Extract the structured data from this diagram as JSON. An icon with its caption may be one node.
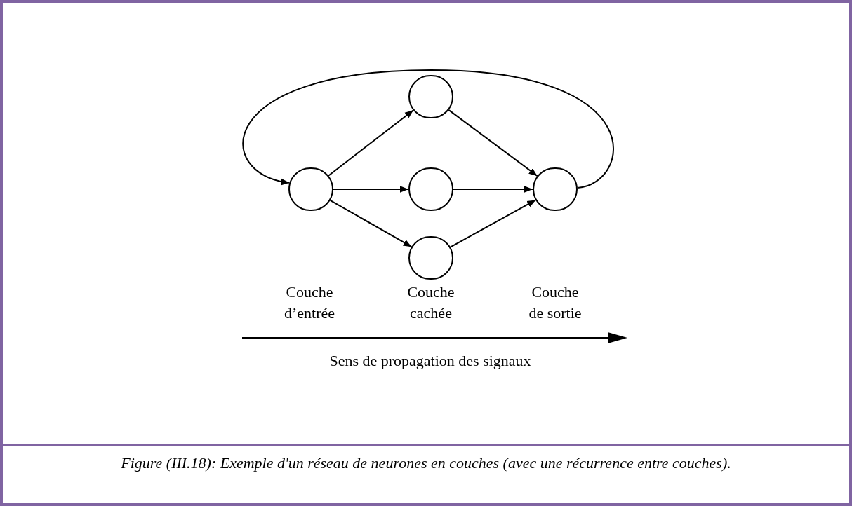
{
  "diagram": {
    "caption": "Figure (III.18): Exemple d'un réseau de neurones en couches (avec une récurrence entre couches).",
    "nodes": [
      {
        "text": [],
        "shape": "circle"
      },
      {
        "text": [],
        "shape": "circle"
      },
      {
        "text": [],
        "shape": "circle"
      },
      {
        "text": [],
        "shape": "circle"
      },
      {
        "text": [],
        "shape": "circle"
      }
    ],
    "edges": [
      {
        "from": 0,
        "to": 1,
        "arrow": "to"
      },
      {
        "from": 0,
        "to": 2,
        "arrow": "to"
      },
      {
        "from": 0,
        "to": 3,
        "arrow": "to"
      },
      {
        "from": 1,
        "to": 4,
        "arrow": "to"
      },
      {
        "from": 2,
        "to": 4,
        "arrow": "to"
      },
      {
        "from": 3,
        "to": 4,
        "arrow": "to"
      },
      {
        "from": 4,
        "to": 0,
        "arrow": "to"
      }
    ],
    "labels": [
      "Couche d’entrée",
      "Couche cachée",
      "Couche de sortie",
      "Sens de propagation des signaux"
    ]
  }
}
